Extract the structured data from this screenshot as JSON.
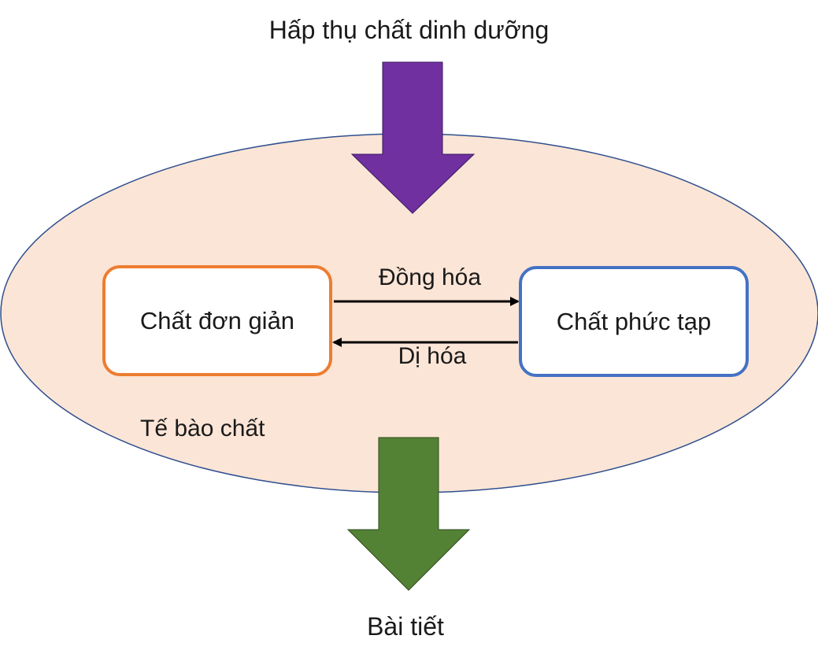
{
  "labels": {
    "absorb": "Hấp thụ chất dinh dưỡng",
    "excrete": "Bài tiết",
    "cytoplasm": "Tế bào chất",
    "simple": "Chất đơn giản",
    "complex": "Chất phức tạp",
    "anabolism": "Đồng hóa",
    "catabolism": "Dị hóa"
  },
  "colors": {
    "cell_fill": "#fbe5d6",
    "cell_outline": "#2f4f8f",
    "absorb_arrow": "#7030a0",
    "excrete_arrow": "#548235",
    "simple_border": "#ed7d31",
    "complex_border": "#4472c4",
    "connector": "#000000"
  }
}
